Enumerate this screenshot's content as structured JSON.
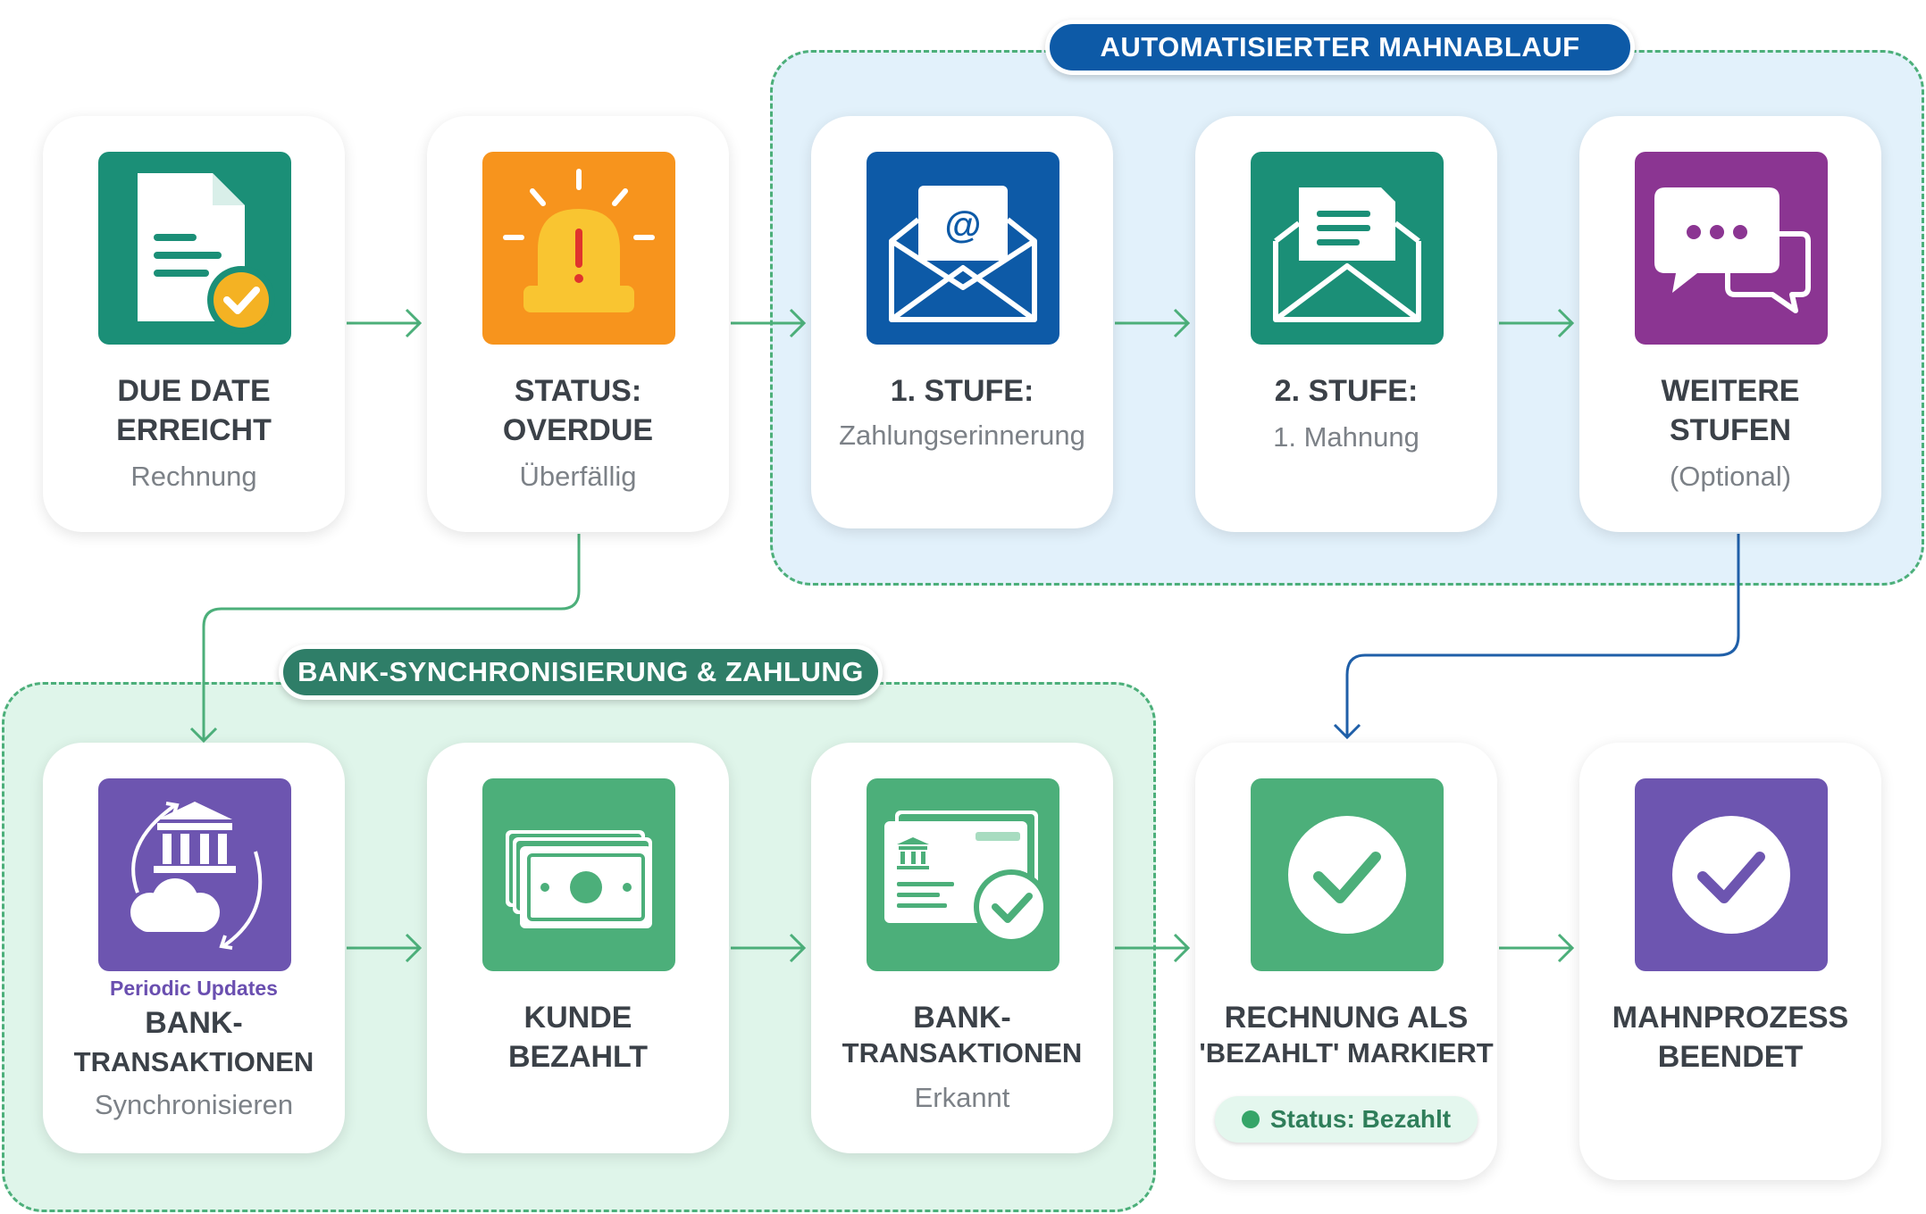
{
  "groups": {
    "dunning_label": "AUTOMATISIERTER MAHNABLAUF",
    "bank_label": "BANK-SYNCHRONISIERUNG & ZAHLUNG"
  },
  "steps": [
    {
      "title_1": "DUE DATE",
      "title_2": "ERREICHT",
      "subtitle": "Rechnung",
      "icon": "document-check-icon",
      "color": "#1b8f77"
    },
    {
      "title_1": "STATUS:",
      "title_2": "OVERDUE",
      "subtitle": "Überfällig",
      "icon": "alarm-icon",
      "color": "#f7941d"
    },
    {
      "title_1": "1. STUFE:",
      "subtitle": "Zahlungserinnerung",
      "icon": "email-at-icon",
      "color": "#0d5aa7"
    },
    {
      "title_1": "2. STUFE:",
      "subtitle": "1. Mahnung",
      "icon": "envelope-letter-icon",
      "color": "#1b8f77"
    },
    {
      "title_1": "WEITERE",
      "title_2": "STUFEN",
      "subtitle": "(Optional)",
      "icon": "chat-bubbles-icon",
      "color": "#8b3592"
    },
    {
      "tag": "Periodic Updates",
      "title_1": "BANK-",
      "title_2": "TRANSAKTIONEN",
      "subtitle": "Synchronisieren",
      "icon": "bank-sync-icon",
      "color": "#6d55b0"
    },
    {
      "title_1": "KUNDE",
      "title_2": "BEZAHLT",
      "icon": "cash-icon",
      "color": "#4caf7a"
    },
    {
      "title_1": "BANK-",
      "title_2": "TRANSAKTIONEN",
      "subtitle": "Erkannt",
      "icon": "bank-card-check-icon",
      "color": "#4caf7a"
    },
    {
      "title_1": "RECHNUNG ALS",
      "title_2": "'BEZAHLT' MARKIERT",
      "status": "Status: Bezahlt",
      "icon": "check-circle-icon",
      "color": "#4caf7a"
    },
    {
      "title_1": "MAHNPROZESS",
      "title_2": "BEENDET",
      "icon": "check-circle-icon",
      "color": "#6d55b0"
    }
  ]
}
